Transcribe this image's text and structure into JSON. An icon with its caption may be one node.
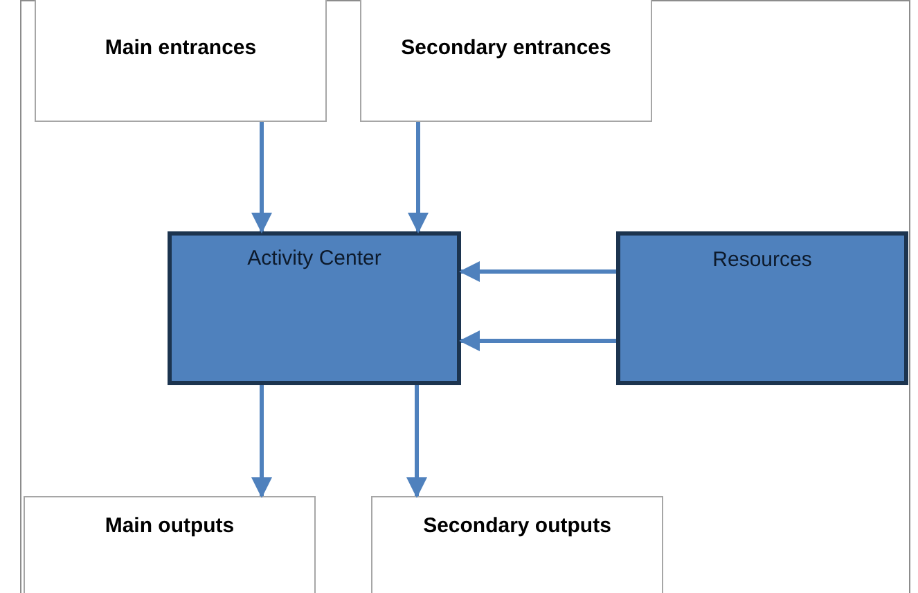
{
  "diagram": {
    "nodes": [
      {
        "text": [
          "Main entrances"
        ]
      },
      {
        "text": [
          "Secondary entrances"
        ]
      },
      {
        "text": [
          "Activity Center"
        ]
      },
      {
        "text": [
          "Resources"
        ]
      },
      {
        "text": [
          "Main outputs"
        ]
      },
      {
        "text": [
          "Secondary outputs"
        ]
      }
    ],
    "edges": [
      {
        "from": 0,
        "to": 2,
        "arrow": "to"
      },
      {
        "from": 1,
        "to": 2,
        "arrow": "to"
      },
      {
        "from": 3,
        "to": 2,
        "arrow": "to"
      },
      {
        "from": 3,
        "to": 2,
        "arrow": "to"
      },
      {
        "from": 2,
        "to": 4,
        "arrow": "to"
      },
      {
        "from": 2,
        "to": 5,
        "arrow": "to"
      }
    ]
  }
}
